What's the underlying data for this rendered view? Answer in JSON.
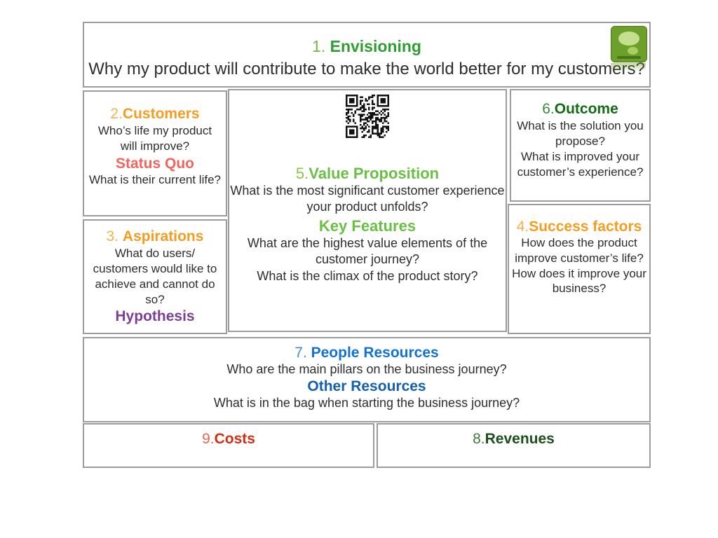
{
  "header": {
    "number": "1. ",
    "title": "Envisioning",
    "subtitle": "Why my product will contribute to make the world better for my customers?"
  },
  "logo": {
    "icon": "green-speech-bubbles-logo"
  },
  "qr": {
    "icon": "qr-code"
  },
  "customers": {
    "number": "2.",
    "title": "Customers",
    "q1": "Who’s life my product will improve?",
    "subhead": "Status Quo",
    "q2": "What is their current life?"
  },
  "aspirations": {
    "number": "3. ",
    "title": "Aspirations",
    "q1": "What do users/ customers would like to achieve and cannot do so?",
    "subhead": "Hypothesis"
  },
  "value_proposition": {
    "number": "5.",
    "title": "Value Proposition",
    "q1": "What is the most significant customer experience your product unfolds?",
    "subhead": "Key Features",
    "q2": "What are the highest value elements of the customer journey?",
    "q3": "What is the climax of the product story?"
  },
  "outcome": {
    "number": "6.",
    "title": "Outcome",
    "q1": "What is the solution you propose?",
    "q2": "What is improved your customer’s experience?"
  },
  "success_factors": {
    "number": "4.",
    "title": "Success factors",
    "q1": "How does the product improve customer’s life?",
    "q2": "How does it improve your business?"
  },
  "people_resources": {
    "number": "7. ",
    "title": "People Resources",
    "q1": "Who are the main pillars on the business journey?",
    "subhead": "Other Resources",
    "q2": "What is in the bag when starting the business journey?"
  },
  "costs": {
    "number": "9.",
    "title": "Costs"
  },
  "revenues": {
    "number": "8.",
    "title": "Revenues"
  },
  "colors": {
    "green_title": "#2f9e32",
    "light_green_title": "#6abf45",
    "dark_green_title": "#156a16",
    "darkest_green_title": "#1b4f1b",
    "orange_title": "#f59d20",
    "salmon_subhead": "#f2655c",
    "purple_subhead": "#7c3f98",
    "blue_title": "#1273d4",
    "dark_blue_subhead": "#1560ab",
    "red_title": "#d42e12",
    "border_gray": "#9c9c9c"
  }
}
